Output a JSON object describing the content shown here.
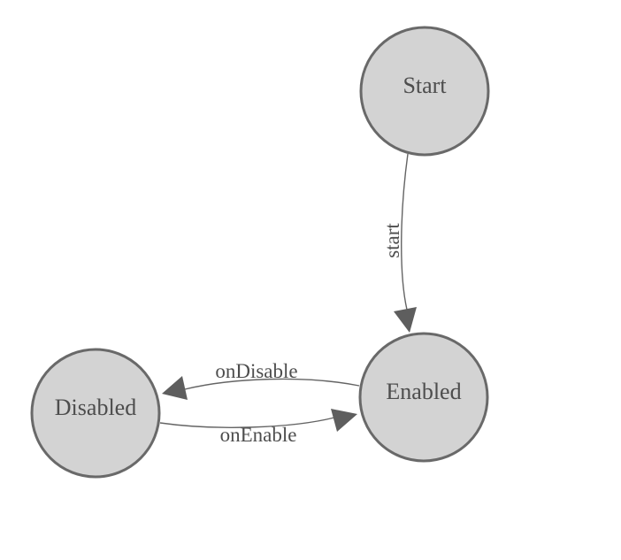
{
  "diagram": {
    "type": "state-machine",
    "nodes": [
      {
        "id": "start",
        "label": "Start"
      },
      {
        "id": "enabled",
        "label": "Enabled"
      },
      {
        "id": "disabled",
        "label": "Disabled"
      }
    ],
    "edges": [
      {
        "from": "start",
        "to": "enabled",
        "label": "start"
      },
      {
        "from": "enabled",
        "to": "disabled",
        "label": "onDisable"
      },
      {
        "from": "disabled",
        "to": "enabled",
        "label": "onEnable"
      }
    ]
  },
  "colors": {
    "background": "#ffffff",
    "node_fill": "#d3d3d3",
    "node_border": "#696969",
    "node_text": "#4d4d4d",
    "edge_line": "#646464",
    "edge_arrow": "#5e5e5e",
    "edge_text": "#4d4d4d"
  }
}
